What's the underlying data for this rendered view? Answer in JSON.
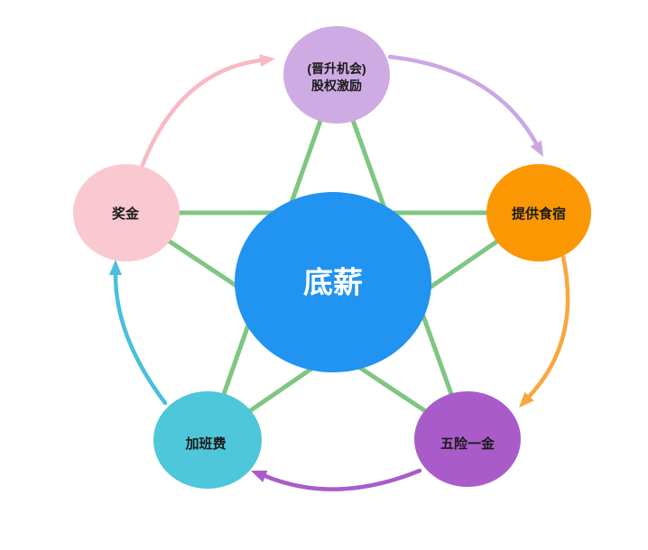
{
  "diagram": {
    "background_color": "#ffffff",
    "connector_color": "#7FC681",
    "center_node": {
      "label": "底薪",
      "color": "#2193F0",
      "text_color": "#FFFFFF"
    },
    "nodes": {
      "promotion_equity": {
        "label_line1": "(晋升机会)",
        "label_line2": "股权激励",
        "color": "#CFABE4"
      },
      "food_lodging": {
        "label": "提供食宿",
        "color": "#FB9702"
      },
      "five_insurances": {
        "label": "五险一金",
        "color": "#A95CC9"
      },
      "overtime_pay": {
        "label": "加班费",
        "color": "#4DC7D9"
      },
      "bonus": {
        "label": "奖金",
        "color": "#F9C8D0"
      }
    },
    "arrows": {
      "bonus_to_promotion": {
        "color": "#F8B9C5"
      },
      "promotion_to_food": {
        "color": "#CBA7E3"
      },
      "food_to_insurance": {
        "color": "#F9A63F"
      },
      "insurance_to_overtime": {
        "color": "#A95CC9"
      },
      "overtime_to_bonus": {
        "color": "#4ABFDD"
      }
    }
  }
}
